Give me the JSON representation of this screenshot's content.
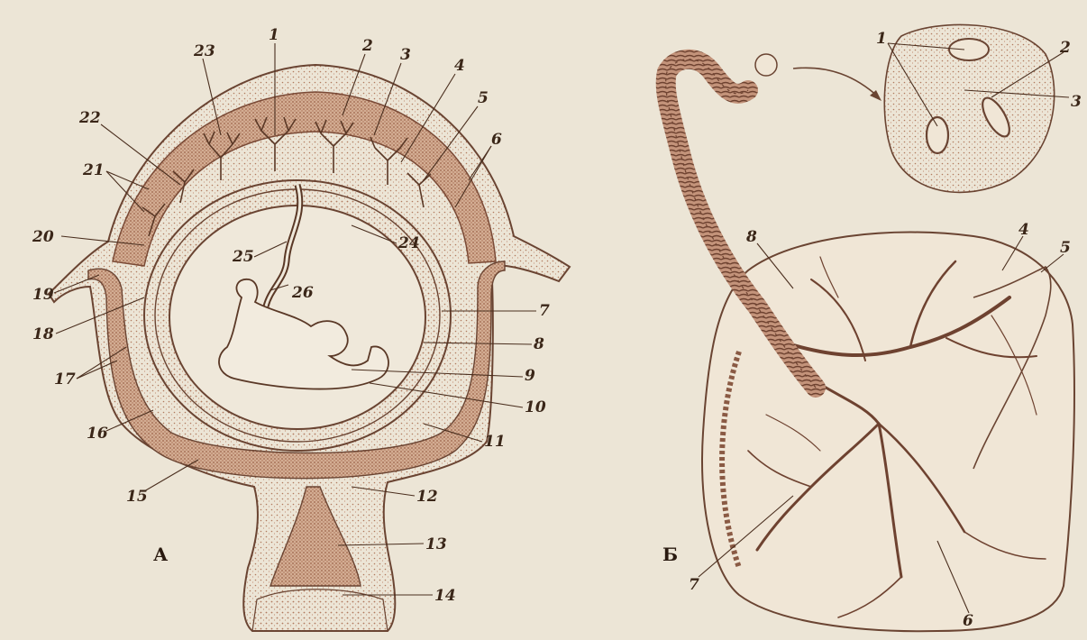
{
  "panels": {
    "a": {
      "letter": "А",
      "labels": [
        "1",
        "2",
        "3",
        "4",
        "5",
        "6",
        "7",
        "8",
        "9",
        "10",
        "11",
        "12",
        "13",
        "14",
        "15",
        "16",
        "17",
        "18",
        "19",
        "20",
        "21",
        "22",
        "23",
        "24",
        "25",
        "26"
      ]
    },
    "b": {
      "letter": "Б",
      "labels": [
        "1",
        "2",
        "3",
        "4",
        "5",
        "6",
        "7",
        "8"
      ]
    }
  },
  "colors": {
    "paper": "#ece5d6",
    "ink": "#5a3826",
    "stipple": "#b07a5e",
    "decidua_fill": "#d8b7a0",
    "cord": "#8a5a44"
  }
}
